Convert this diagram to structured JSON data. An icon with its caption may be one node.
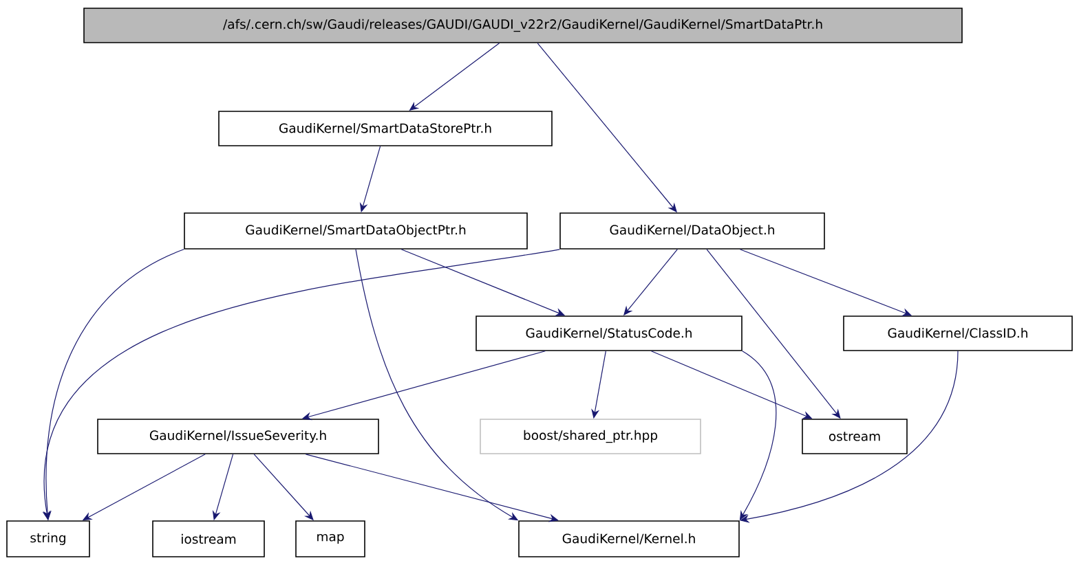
{
  "diagram": {
    "nodes": [
      {
        "text": [
          "/afs/.cern.ch/sw/Gaudi/releases/GAUDI/GAUDI_v22r2/GaudiKernel/GaudiKernel/SmartDataPtr.h"
        ]
      },
      {
        "text": [
          "GaudiKernel/SmartDataStorePtr.h"
        ]
      },
      {
        "text": [
          "GaudiKernel/SmartDataObjectPtr.h"
        ]
      },
      {
        "text": [
          "GaudiKernel/DataObject.h"
        ]
      },
      {
        "text": [
          "GaudiKernel/StatusCode.h"
        ]
      },
      {
        "text": [
          "GaudiKernel/ClassID.h"
        ]
      },
      {
        "text": [
          "GaudiKernel/IssueSeverity.h"
        ]
      },
      {
        "text": [
          "boost/shared_ptr.hpp"
        ]
      },
      {
        "text": [
          "ostream"
        ]
      },
      {
        "text": [
          "string"
        ]
      },
      {
        "text": [
          "iostream"
        ]
      },
      {
        "text": [
          "map"
        ]
      },
      {
        "text": [
          "GaudiKernel/Kernel.h"
        ]
      }
    ],
    "edges": [
      {
        "from": 0,
        "to": 1,
        "arrow": "to"
      },
      {
        "from": 0,
        "to": 3,
        "arrow": "to"
      },
      {
        "from": 1,
        "to": 2,
        "arrow": "to"
      },
      {
        "from": 2,
        "to": 9,
        "arrow": "to"
      },
      {
        "from": 2,
        "to": 12,
        "arrow": "to"
      },
      {
        "from": 2,
        "to": 4,
        "arrow": "to"
      },
      {
        "from": 3,
        "to": 9,
        "arrow": "to"
      },
      {
        "from": 3,
        "to": 4,
        "arrow": "to"
      },
      {
        "from": 3,
        "to": 8,
        "arrow": "to"
      },
      {
        "from": 3,
        "to": 5,
        "arrow": "to"
      },
      {
        "from": 4,
        "to": 6,
        "arrow": "to"
      },
      {
        "from": 4,
        "to": 7,
        "arrow": "to"
      },
      {
        "from": 4,
        "to": 12,
        "arrow": "to"
      },
      {
        "from": 4,
        "to": 8,
        "arrow": "to"
      },
      {
        "from": 5,
        "to": 12,
        "arrow": "to"
      },
      {
        "from": 6,
        "to": 9,
        "arrow": "to"
      },
      {
        "from": 6,
        "to": 10,
        "arrow": "to"
      },
      {
        "from": 6,
        "to": 11,
        "arrow": "to"
      },
      {
        "from": 6,
        "to": 12,
        "arrow": "to"
      }
    ]
  }
}
